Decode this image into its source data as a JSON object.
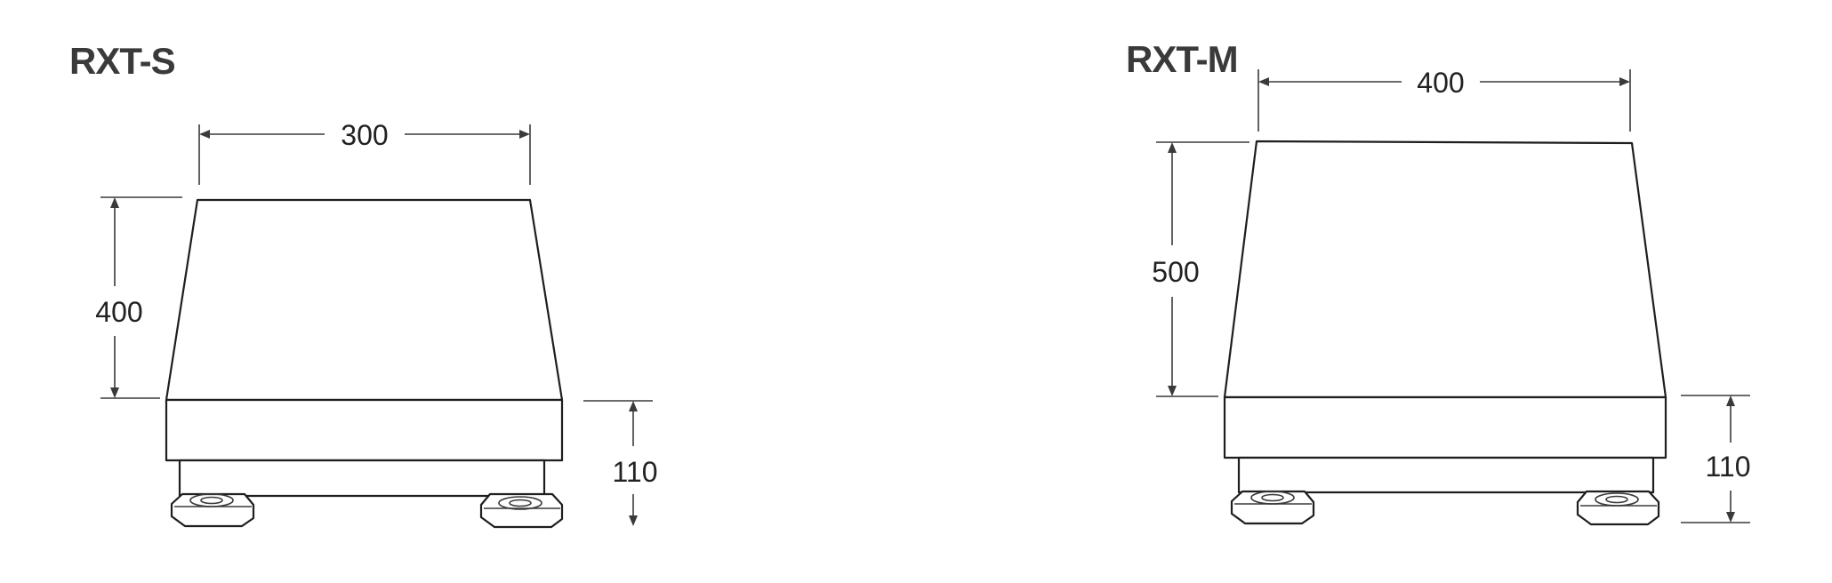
{
  "models": [
    {
      "name": "RXT-S",
      "width_label": "300",
      "depth_label": "400",
      "height_label": "110"
    },
    {
      "name": "RXT-M",
      "width_label": "400",
      "depth_label": "500",
      "height_label": "110"
    }
  ],
  "colors": {
    "outline": "#1e1e1e",
    "dimension_line": "#3a3a3a",
    "title_text": "#3a3a3a"
  }
}
